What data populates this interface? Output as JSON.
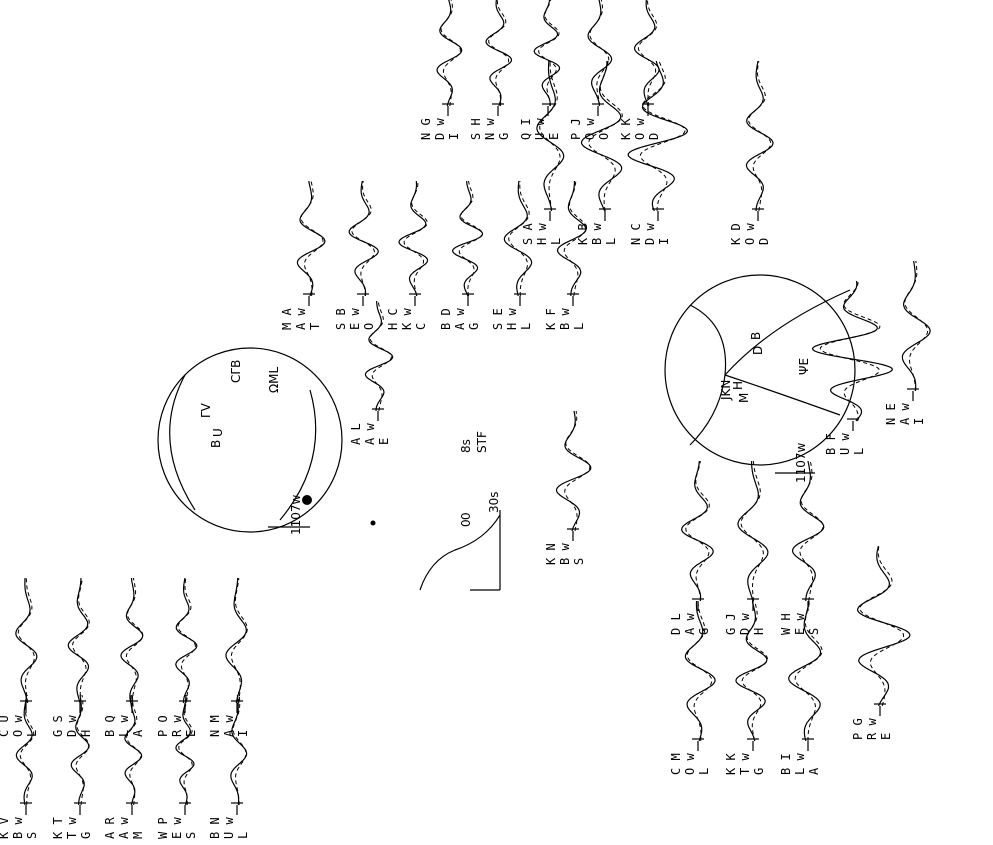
{
  "panels": [
    {
      "stations": [
        [
          "K",
          "V",
          "B",
          "w",
          "S"
        ],
        [
          "K",
          "T",
          "T",
          "w",
          "G"
        ],
        [
          "A",
          "R",
          "A",
          "w",
          "M"
        ],
        [
          "W",
          "P",
          "E",
          "w",
          "S"
        ],
        [
          "B",
          "N",
          "U",
          "w",
          "L"
        ],
        [
          "C",
          "U",
          "O",
          "w",
          "L"
        ],
        [
          "G",
          "S",
          "D",
          "w",
          "H"
        ],
        [
          "B",
          "Q",
          "L",
          "w",
          "A"
        ],
        [
          "P",
          "O",
          "R",
          "w",
          "E"
        ],
        [
          "N",
          "M",
          "A",
          "w",
          "I"
        ],
        [
          "M",
          "A",
          "A",
          "w",
          "T"
        ],
        [
          "S",
          "B",
          "E",
          "w",
          "O"
        ],
        [
          "H",
          "C",
          "K",
          "w",
          "C"
        ],
        [
          "B",
          "D",
          "A",
          "w",
          "G"
        ],
        [
          "S",
          "E",
          "H",
          "w",
          "L"
        ],
        [
          "K",
          "F",
          "B",
          "w",
          "L"
        ],
        [
          "N",
          "G",
          "D",
          "w",
          "I"
        ],
        [
          "S",
          "H",
          "N",
          "w",
          "G"
        ],
        [
          "Q",
          "I",
          "U",
          "w",
          "E"
        ],
        [
          "P",
          "J",
          "O",
          "w",
          "O"
        ],
        [
          "K",
          "K",
          "O",
          "w",
          "D"
        ],
        [
          "A",
          "L",
          "A",
          "w",
          "E"
        ]
      ],
      "scale": "1107w",
      "stf": {
        "label": "STF",
        "tick_top": "8s",
        "tick_bottom": "30s",
        "zero": "0"
      },
      "mech_labels": [
        "ΓV",
        "U",
        "B",
        "CΓB",
        "ΩML"
      ]
    },
    {
      "stations": [
        [
          "K",
          "N",
          "B",
          "w",
          "S"
        ],
        [
          "C",
          "M",
          "O",
          "w",
          "L"
        ],
        [
          "D",
          "L",
          "A",
          "w",
          "G"
        ],
        [
          "K",
          "K",
          "T",
          "w",
          "G"
        ],
        [
          "G",
          "J",
          "D",
          "w",
          "H"
        ],
        [
          "B",
          "I",
          "L",
          "w",
          "A"
        ],
        [
          "W",
          "H",
          "E",
          "w",
          "S"
        ],
        [
          "P",
          "G",
          "R",
          "w",
          "E"
        ],
        [
          "B",
          "F",
          "U",
          "w",
          "L"
        ],
        [
          "N",
          "E",
          "A",
          "w",
          "I"
        ],
        [
          "S",
          "A",
          "H",
          "w",
          "L"
        ],
        [
          "K",
          "B",
          "B",
          "w",
          "L"
        ],
        [
          "N",
          "C",
          "D",
          "w",
          "I"
        ],
        [
          "K",
          "D",
          "O",
          "w",
          "D"
        ]
      ],
      "scale": "1107w",
      "mech_labels": [
        "JKN",
        "H",
        "M",
        "B",
        "D",
        "ΨE"
      ]
    }
  ]
}
